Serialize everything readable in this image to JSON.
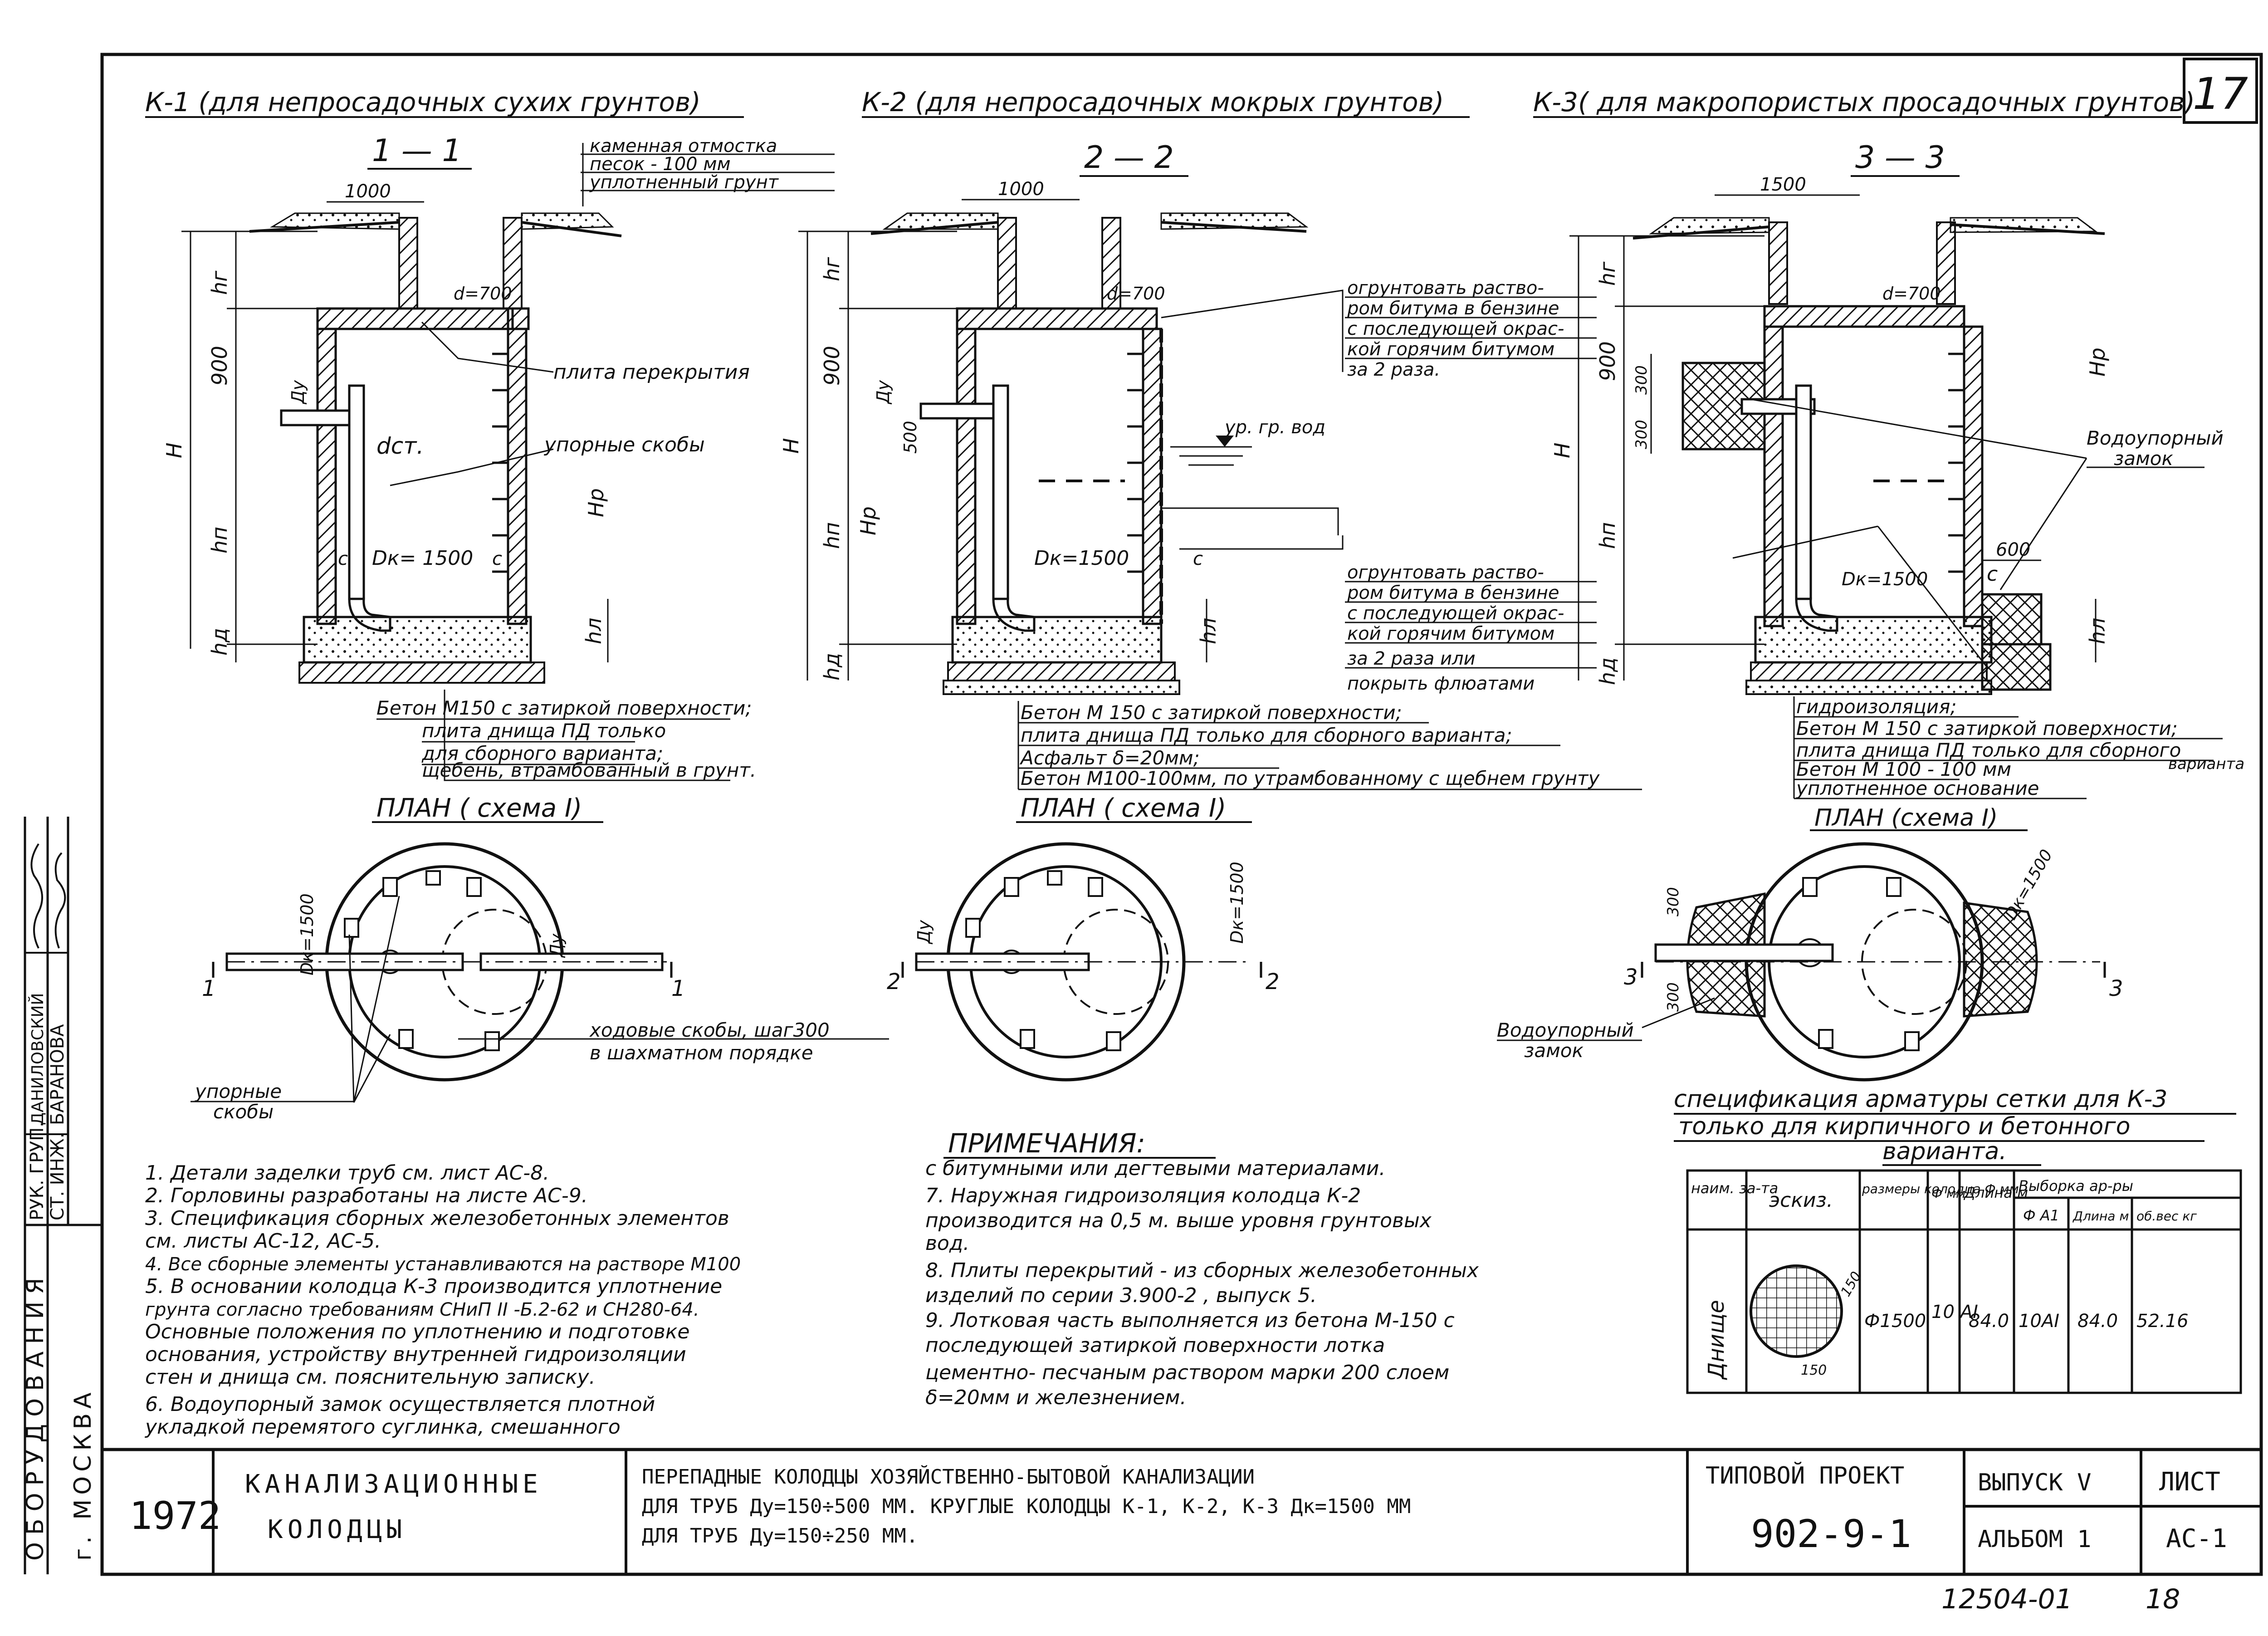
{
  "sheet_number": "17",
  "k1": {
    "title": "К-1 (для непросадочных сухих грунтов)",
    "section": "1 — 1",
    "dim_width": "1000",
    "ground_layers": [
      "каменная отмостка",
      "песок - 100 мм",
      "уплотненный грунт"
    ],
    "d": "d=700",
    "labels": {
      "slab": "плита перекрытия",
      "stops": "упорные скобы",
      "dst": "dст.",
      "dk": "Dк= 1500",
      "du": "Ду",
      "c": "с"
    },
    "dims": {
      "hg": "hг",
      "h900": "900",
      "H": "H",
      "hn": "hп",
      "Hp": "Hр",
      "hd": "hд",
      "hl": "hл"
    },
    "notes": [
      "Бетон М150 с затиркой поверхности;",
      "плита днища ПД только",
      "для сборного варианта;",
      "щебень, втрамбованный в грунт."
    ],
    "plan": {
      "title": "ПЛАН ( схема I)",
      "dk": "Dк=1500",
      "du": "Ду",
      "sec_left": "1",
      "sec_right": "1",
      "callout1": "ходовые скобы, шаг300",
      "callout2": "в шахматном порядке",
      "stops1": "упорные",
      "stops2": "скобы"
    }
  },
  "k2": {
    "title": "К-2 (для непросадочных мокрых грунтов)",
    "section": "2 — 2",
    "dim_width": "1000",
    "d": "d=700",
    "labels": {
      "gw": "ур. гр. вод",
      "dk": "Dк=1500",
      "du": "Ду",
      "c": "с",
      "d500": "500"
    },
    "dims": {
      "hg": "hг",
      "h900": "900",
      "H": "H",
      "hn": "hп",
      "Hp": "Hр",
      "hd": "hд",
      "hl": "hл"
    },
    "note_top": [
      "огрунтовать раство-",
      "ром битума в бензине",
      "с последующей окрас-",
      "кой горячим битумом",
      "за 2 раза."
    ],
    "note_bottom": [
      "огрунтовать раство-",
      "ром битума в бензине",
      "с последующей окрас-",
      "кой горячим битумом",
      "за 2 раза или",
      "покрыть флюатами"
    ],
    "notes": [
      "Бетон М 150 с затиркой поверхности;",
      "плита днища ПД только для сборного варианта;",
      "Асфальт δ=20мм;",
      "Бетон М100-100мм, по утрамбованному с щебнем грунту"
    ],
    "plan": {
      "title": "ПЛАН ( схема I)",
      "dk": "Dк=1500",
      "du": "Ду",
      "sec_left": "2",
      "sec_right": "2"
    }
  },
  "k3": {
    "title": "К-3( для макропористых просадочных грунтов)",
    "section": "3 — 3",
    "dim_width": "1500",
    "d": "d=700",
    "labels": {
      "lock1": "Водоупорный",
      "lock2": "замок",
      "dk": "Dк=1500",
      "d600": "600",
      "c": "с",
      "d300": "300"
    },
    "dims": {
      "hg": "hг",
      "h900": "900",
      "H": "H",
      "hn": "hп",
      "Hp": "Hр",
      "hd": "hд",
      "hl": "hл"
    },
    "notes": [
      "гидроизоляция;",
      "Бетон М 150 с затиркой поверхности;",
      "плита днища ПД только для сборного",
      "варианта",
      "Бетон М 100 - 100 мм",
      "уплотненное основание"
    ],
    "plan": {
      "title": "ПЛАН (схема I)",
      "dk": "Dк=1500",
      "d300": "300",
      "sec_left": "3",
      "sec_right": "3",
      "lock1": "Водоупорный",
      "lock2": "замок"
    }
  },
  "spec": {
    "title1": "спецификация арматуры сетки для К-3",
    "title2": "только для кирпичного и бетонного",
    "title3": "варианта.",
    "headers": [
      "наим. за-та",
      "эскиз.",
      "размеры колодца Ф мм",
      "Ф мм",
      "Длина м",
      "Выборка ар-ры"
    ],
    "sub_headers": [
      "Ф А1",
      "Длина м",
      "об.вес кг"
    ],
    "row": {
      "name": "Днище",
      "size": "Ф1500",
      "dia": "10 АI",
      "len": "84.0",
      "s_dia": "10АI",
      "s_len": "84.0",
      "weight": "52.16"
    },
    "sketch_dim1": "150",
    "sketch_dim2": "150"
  },
  "notes_title": "ПРИМЕЧАНИЯ:",
  "notes_left": [
    "1. Детали заделки труб см. лист АС-8.",
    "2. Горловины разработаны на листе АС-9.",
    "3. Спецификация сборных железобетонных элементов",
    "    см. листы АС-12, АС-5.",
    "4. Все сборные элементы устанавливаются на растворе М100",
    "5. В основании колодца К-3 производится уплотнение",
    "    грунта согласно требованиям СНиП II -Б.2-62 и СН280-64.",
    "    Основные положения по уплотнению и подготовке",
    "    основания, устройству внутренней гидроизоляции",
    "    стен и днища см. пояснительную записку.",
    "6. Водоупорный замок осуществляется плотной",
    "    укладкой перемятого суглинка, смешанного"
  ],
  "notes_right": [
    "с битумными или дегтевыми материалами.",
    "7. Наружная гидроизоляция колодца К-2",
    "    производится на 0,5 м. выше уровня грунтовых",
    "    вод.",
    "8. Плиты перекрытий - из сборных железобетонных",
    "    изделий по серии 3.900-2 , выпуск 5.",
    "9. Лотковая часть выполняется из бетона М-150 с",
    "    последующей затиркой поверхности лотка",
    "    цементно- песчаным раствором марки 200 слоем",
    "    δ=20мм и железнением."
  ],
  "side_stamp": {
    "org": "ОБОРУДОВАНИЯ",
    "city": "г. МОСКВА",
    "roles": [
      "РУК. ГРУП.",
      "СТ. ИНЖ."
    ],
    "names": [
      "ДАНИЛОВСКИЙ",
      "БАРАНОВА"
    ]
  },
  "title_block": {
    "year": "1972",
    "name1": "КАНАЛИЗАЦИОННЫЕ",
    "name2": "КОЛОДЦЫ",
    "desc1": "ПЕРЕПАДНЫЕ КОЛОДЦЫ ХОЗЯЙСТВЕННО-БЫТОВОЙ КАНАЛИЗАЦИИ",
    "desc2": "ДЛЯ ТРУБ Ду=150÷500 ММ. КРУГЛЫЕ КОЛОДЦЫ К-1, К-2, К-3 Дк=1500 ММ",
    "desc3": "ДЛЯ ТРУБ Ду=150÷250 ММ.",
    "project_label": "ТИПОВОЙ ПРОЕКТ",
    "project_number": "902-9-1",
    "issue_label": "ВЫПУСК V",
    "album_label": "АЛЬБОМ 1",
    "sheet_label": "ЛИСТ",
    "sheet_code": "АС-1"
  },
  "footer": {
    "code": "12504-01",
    "page": "18"
  }
}
